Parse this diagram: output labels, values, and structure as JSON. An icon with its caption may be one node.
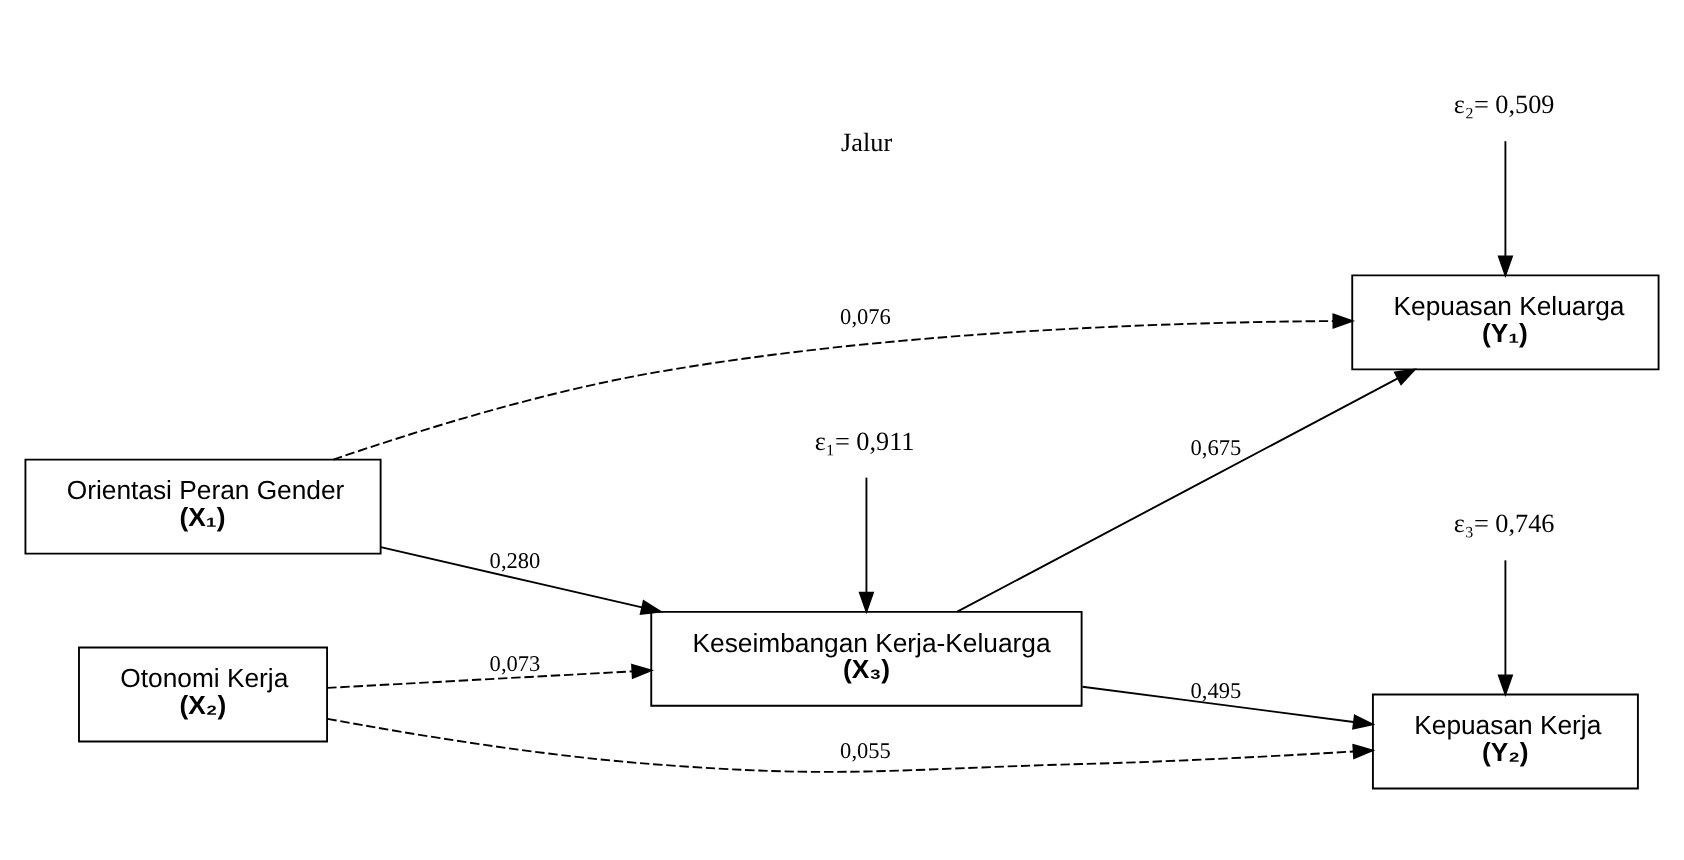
{
  "diagram": {
    "nodes": [
      {
        "text": [
          "Orientasi Peran Gender",
          "(X₁)"
        ]
      },
      {
        "text": [
          "Otonomi Kerja",
          "(X₂)"
        ]
      },
      {
        "text": [
          "Keseimbangan Kerja-Keluarga",
          "(X₃)"
        ]
      },
      {
        "text": [
          "Kepuasan Keluarga",
          "(Y₁)"
        ]
      },
      {
        "text": [
          "Kepuasan Kerja",
          "(Y₂)"
        ]
      },
      {
        "text": [
          "ε₁= 0,911"
        ]
      },
      {
        "text": [
          "ε₂= 0,509"
        ]
      },
      {
        "text": [
          "ε₃= 0,746"
        ]
      }
    ],
    "edges": [
      {
        "from": 0,
        "to": 3,
        "arrow": "to",
        "style": "dashed",
        "label": "0,076"
      },
      {
        "from": 0,
        "to": 2,
        "arrow": "to",
        "label": "0,280"
      },
      {
        "from": 1,
        "to": 2,
        "arrow": "to",
        "style": "dashed",
        "label": "0,073"
      },
      {
        "from": 1,
        "to": 4,
        "arrow": "to",
        "style": "dashed",
        "label": "0,055"
      },
      {
        "from": 2,
        "to": 3,
        "arrow": "to",
        "label": "0,675"
      },
      {
        "from": 2,
        "to": 4,
        "arrow": "to",
        "label": "0,495"
      },
      {
        "from": 5,
        "to": 2,
        "arrow": "to"
      },
      {
        "from": 6,
        "to": 3,
        "arrow": "to"
      },
      {
        "from": 7,
        "to": 4,
        "arrow": "to"
      }
    ],
    "labels": [
      "Jalur"
    ]
  }
}
